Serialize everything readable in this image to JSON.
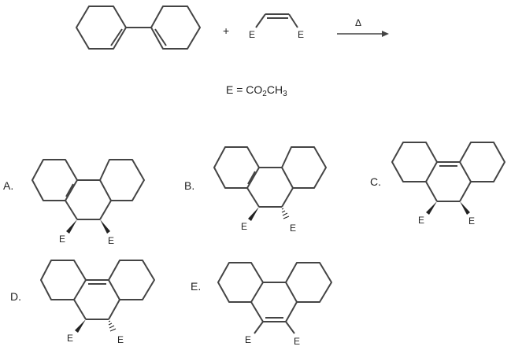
{
  "reaction": {
    "plus": "+",
    "heat": "Δ",
    "substituent": "E",
    "definition": {
      "prefix": "E = CO",
      "sub1": "2",
      "mid": "CH",
      "sub2": "3"
    }
  },
  "options": [
    {
      "label": "A.",
      "ester": "E",
      "stereo": "cis (both wedge)",
      "alkene": "ring fusion C4a=C4b side (left)"
    },
    {
      "label": "B.",
      "ester": "E",
      "stereo": "trans (wedge/hash)",
      "alkene": "ring fusion left"
    },
    {
      "label": "C.",
      "ester": "E",
      "stereo": "cis (both wedge)",
      "alkene": "central C4a=C4b top"
    },
    {
      "label": "D.",
      "ester": "E",
      "stereo": "trans (wedge/hash)",
      "alkene": "central C4a=C4b top"
    },
    {
      "label": "E.",
      "ester": "E",
      "stereo": "none",
      "alkene": "C9=C10 bottom"
    }
  ]
}
